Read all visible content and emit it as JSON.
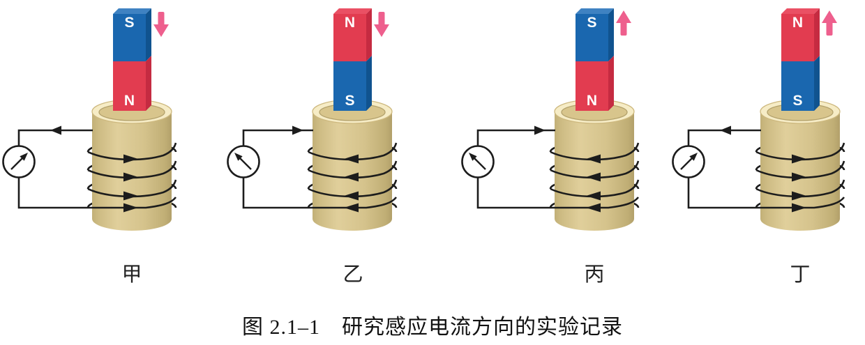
{
  "figure": {
    "caption": "图 2.1–1　研究感应电流方向的实验记录",
    "panels": [
      {
        "label": "甲",
        "magnet": {
          "top_pole": "S",
          "bottom_pole": "N"
        },
        "motion": "down",
        "coil_arrow_direction": "right",
        "top_wire_arrow_direction": "left",
        "meter_needle_direction": "up-right"
      },
      {
        "label": "乙",
        "magnet": {
          "top_pole": "N",
          "bottom_pole": "S"
        },
        "motion": "down",
        "coil_arrow_direction": "left",
        "top_wire_arrow_direction": "right",
        "meter_needle_direction": "up-left"
      },
      {
        "label": "丙",
        "magnet": {
          "top_pole": "S",
          "bottom_pole": "N"
        },
        "motion": "up",
        "coil_arrow_direction": "left",
        "top_wire_arrow_direction": "right",
        "meter_needle_direction": "up-left"
      },
      {
        "label": "丁",
        "magnet": {
          "top_pole": "N",
          "bottom_pole": "S"
        },
        "motion": "up",
        "coil_arrow_direction": "right",
        "top_wire_arrow_direction": "left",
        "meter_needle_direction": "up-right"
      }
    ],
    "colors": {
      "pole_n_front": "#e23c50",
      "pole_n_side": "#c52b41",
      "pole_n_top": "#ea5064",
      "pole_s_front": "#1a67af",
      "pole_s_side": "#10538f",
      "pole_s_top": "#3f82c2",
      "pole_letter": "#ffffff",
      "motion_arrow": "#ee5f8d",
      "coil_body": "#d5c38c",
      "coil_rim": "#f6ecc6",
      "coil_opening": "#d8c58c",
      "wire": "#1c1c1c"
    }
  }
}
